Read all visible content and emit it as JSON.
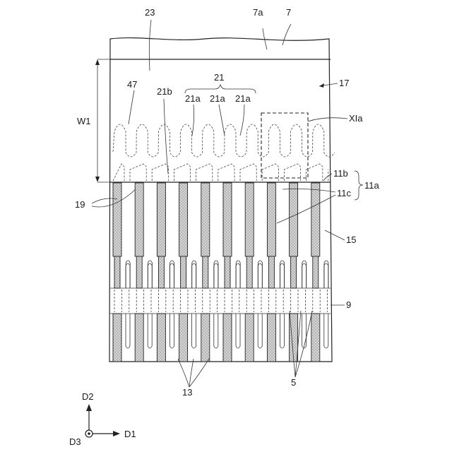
{
  "labels": {
    "l23": "23",
    "l7a": "7a",
    "l7": "7",
    "l17": "17",
    "l21": "21",
    "l47": "47",
    "l21b": "21b",
    "l21a_1": "21a",
    "l21a_2": "21a",
    "l21a_3": "21a",
    "lW1": "W1",
    "lXIa": "XIa",
    "l11b": "11b",
    "l11a": "11a",
    "l11c": "11c",
    "l19": "19",
    "l15": "15",
    "l9": "9",
    "l13": "13",
    "l5": "5",
    "lD2": "D2",
    "lD1": "D1",
    "lD3": "D3"
  }
}
